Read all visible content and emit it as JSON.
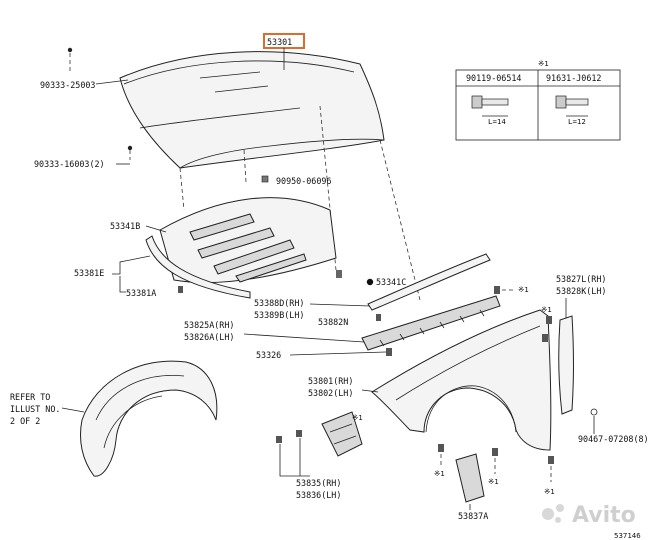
{
  "highlight_part": "53301",
  "labels": {
    "p53301": "53301",
    "p90333_25003": "90333-25003",
    "p90333_16003": "90333-16003(2)",
    "p90950_06096": "90950-06096",
    "p53341B": "53341B",
    "p53381E": "53381E",
    "p53381A": "53381A",
    "p53341C": "53341C",
    "p53388D": "53388D(RH)",
    "p53389B": "53389B(LH)",
    "p53882N": "53882N",
    "p53825A": "53825A(RH)",
    "p53826A": "53826A(LH)",
    "p53326": "53326",
    "p53801": "53801(RH)",
    "p53802": "53802(LH)",
    "p53835": "53835(RH)",
    "p53836": "53836(LH)",
    "p53837A": "53837A",
    "p53827L": "53827L(RH)",
    "p53828K": "53828K(LH)",
    "p90467": "90467-07208(8)",
    "refer1": "REFER TO",
    "refer2": "ILLUST NO.",
    "refer3": "2 OF 2",
    "mark1": "※1",
    "mark2": "※1",
    "mark3": "※1",
    "mark4": "※1",
    "mark5": "※1",
    "mark6": "※1"
  },
  "bolt_table": {
    "marker": "※1",
    "col1_part": "90119-06514",
    "col1_len": "L=14",
    "col2_part": "91631-J0612",
    "col2_len": "L=12"
  },
  "watermark": "Avito",
  "footer_code": "537146"
}
